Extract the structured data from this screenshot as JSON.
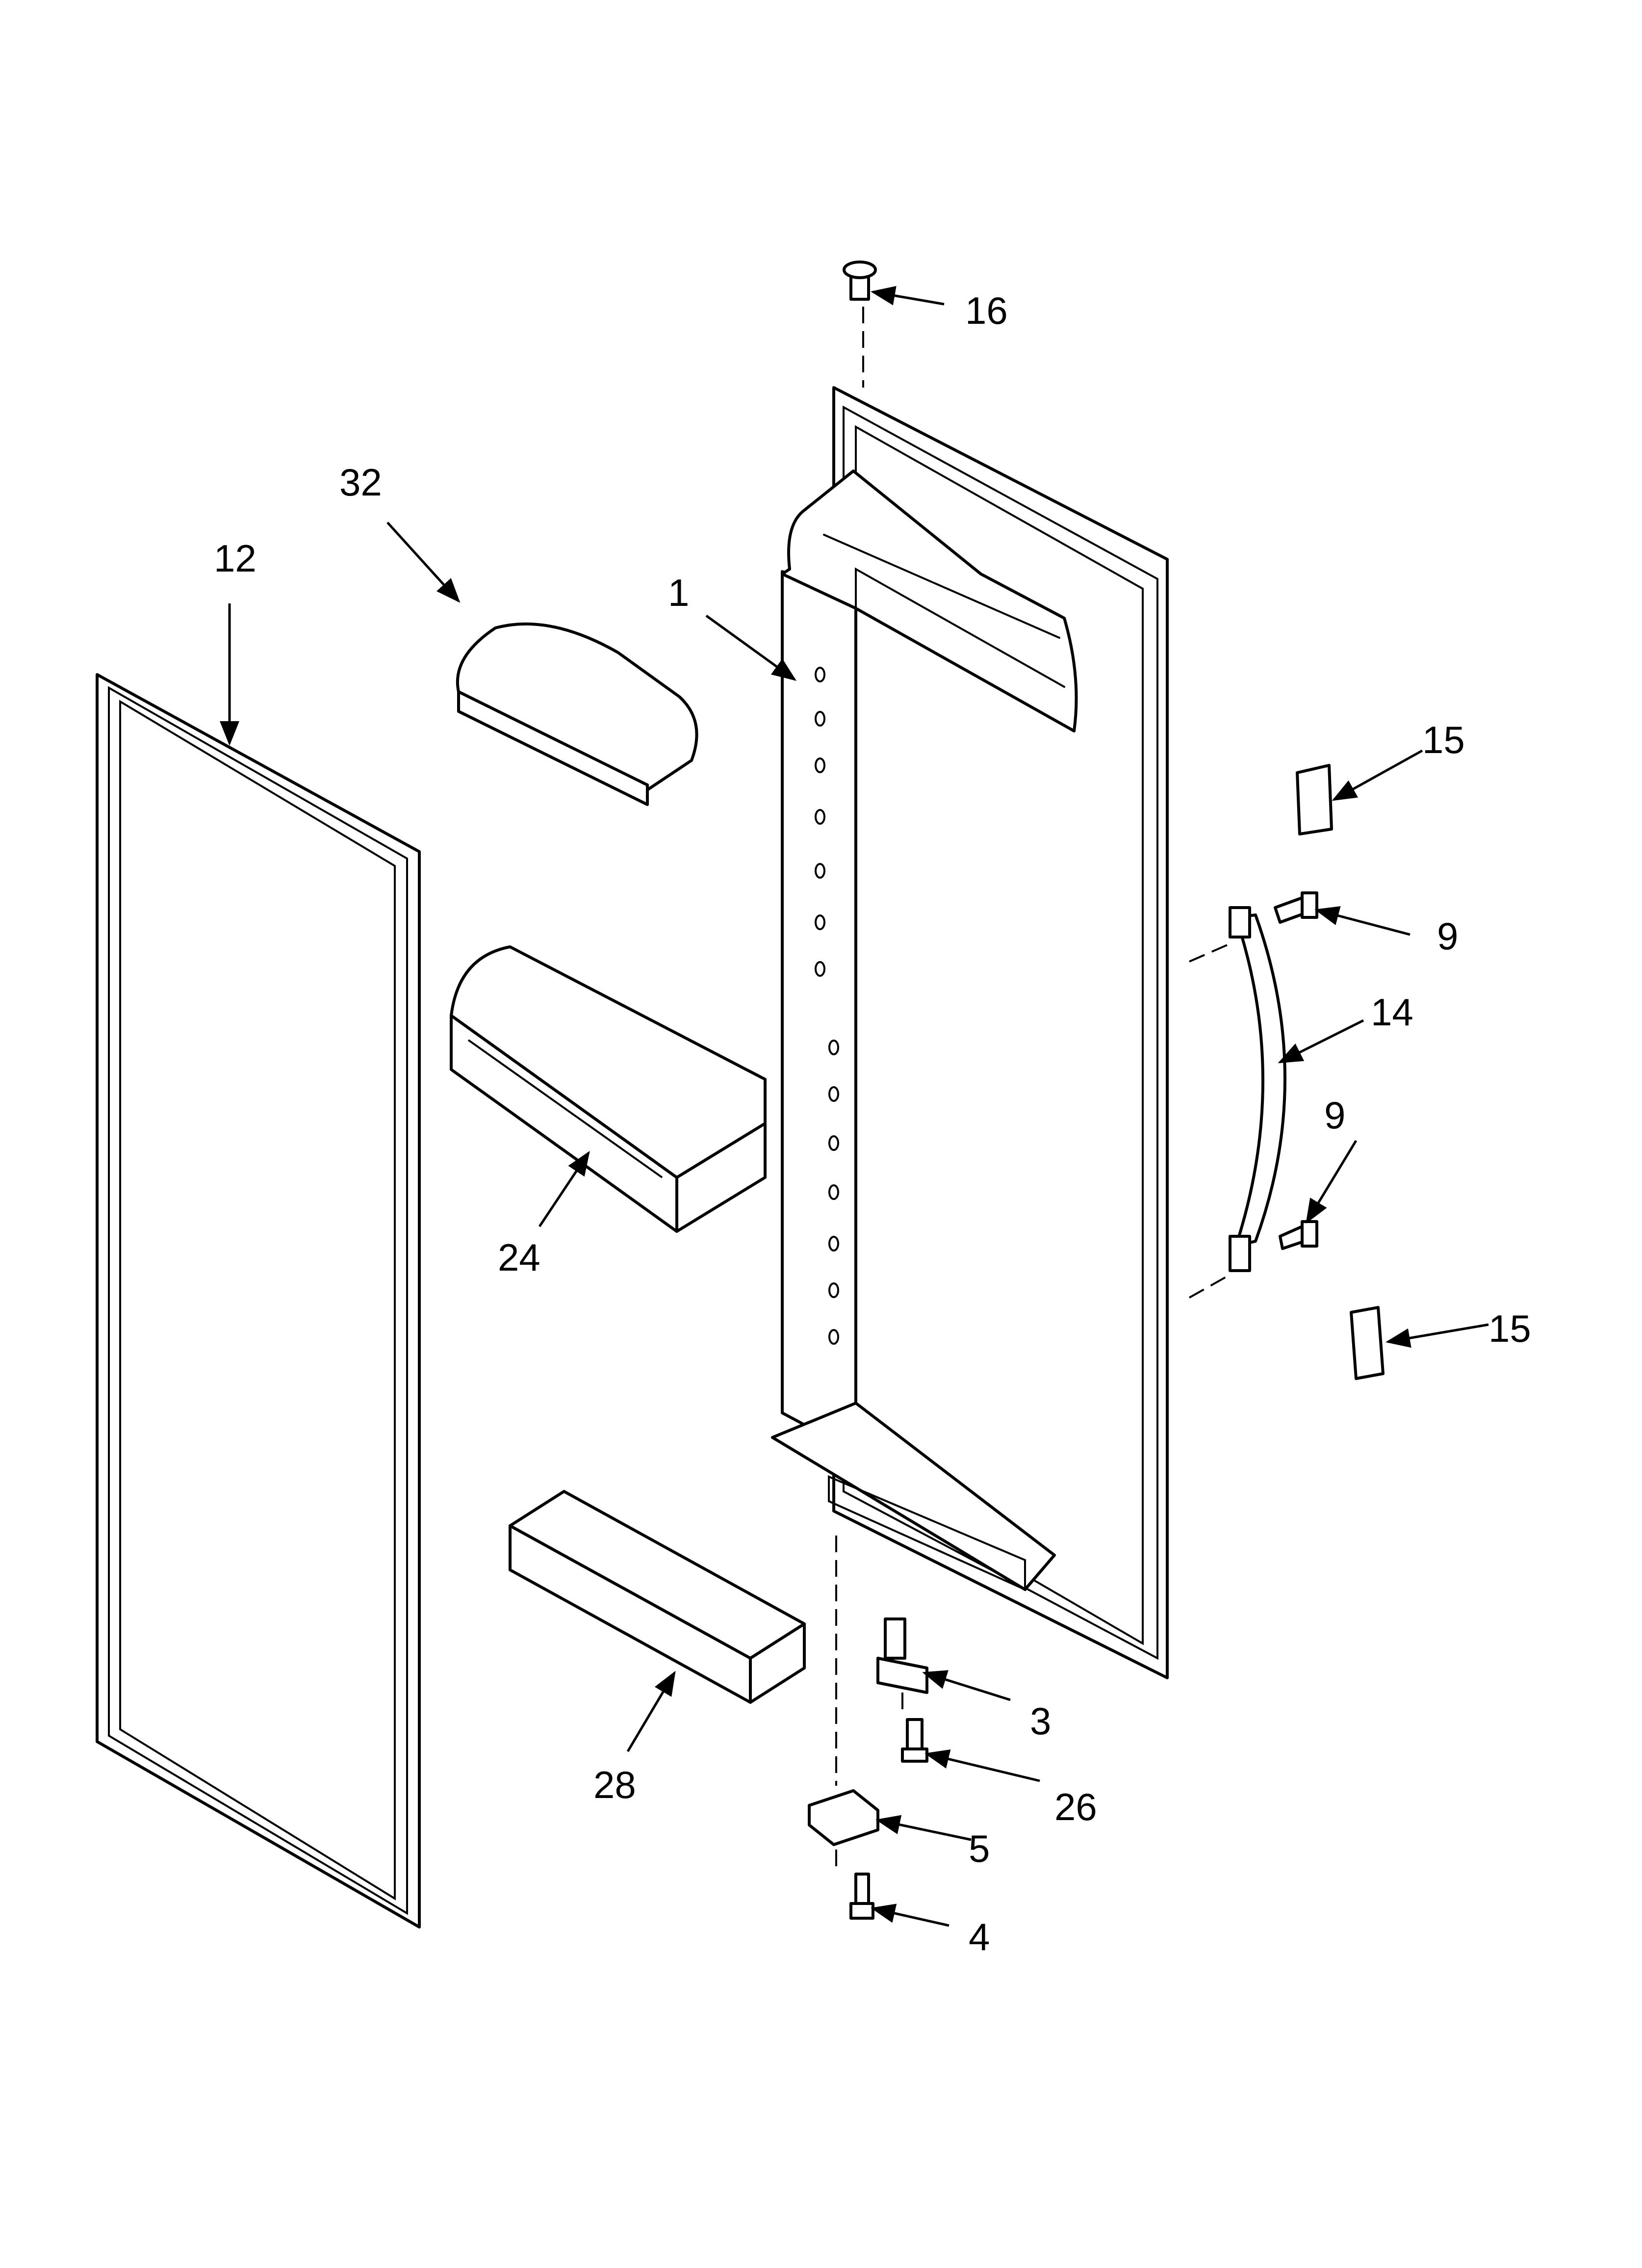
{
  "callouts": {
    "c16": "16",
    "c32": "32",
    "c12": "12",
    "c1": "1",
    "c15a": "15",
    "c9a": "9",
    "c14": "14",
    "c9b": "9",
    "c24": "24",
    "c15b": "15",
    "c28": "28",
    "c3": "3",
    "c26": "26",
    "c5": "5",
    "c4": "4"
  }
}
